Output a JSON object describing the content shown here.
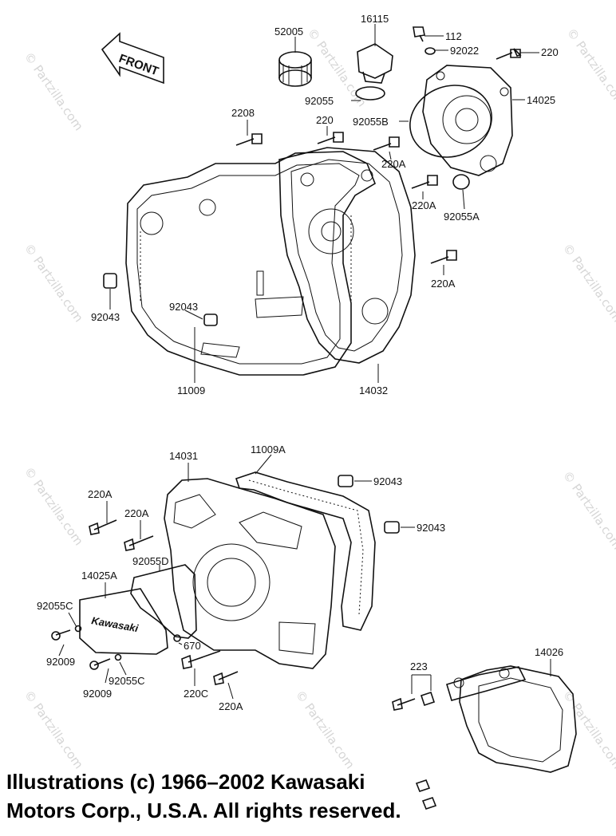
{
  "diagram": {
    "front_label": "FRONT",
    "watermark": "© Partzilla.com",
    "parts_upper": [
      {
        "id": "52005",
        "label": "52005"
      },
      {
        "id": "16115",
        "label": "16115"
      },
      {
        "id": "112",
        "label": "112"
      },
      {
        "id": "92022",
        "label": "92022"
      },
      {
        "id": "220-top",
        "label": "220"
      },
      {
        "id": "14025",
        "label": "14025"
      },
      {
        "id": "92055",
        "label": "92055"
      },
      {
        "id": "2208",
        "label": "2208"
      },
      {
        "id": "220-mid",
        "label": "220"
      },
      {
        "id": "92055b",
        "label": "92055B"
      },
      {
        "id": "220a-1",
        "label": "220A"
      },
      {
        "id": "220a-2",
        "label": "220A"
      },
      {
        "id": "92055a",
        "label": "92055A"
      },
      {
        "id": "220a-3",
        "label": "220A"
      },
      {
        "id": "92043-1",
        "label": "92043"
      },
      {
        "id": "92043-2",
        "label": "92043"
      },
      {
        "id": "11009",
        "label": "11009"
      },
      {
        "id": "14032",
        "label": "14032"
      }
    ],
    "parts_lower": [
      {
        "id": "14031",
        "label": "14031"
      },
      {
        "id": "11009a",
        "label": "11009A"
      },
      {
        "id": "92043-3",
        "label": "92043"
      },
      {
        "id": "92043-4",
        "label": "92043"
      },
      {
        "id": "220a-4",
        "label": "220A"
      },
      {
        "id": "220a-5",
        "label": "220A"
      },
      {
        "id": "92055d",
        "label": "92055D"
      },
      {
        "id": "14025a",
        "label": "14025A"
      },
      {
        "id": "92055c-1",
        "label": "92055C"
      },
      {
        "id": "670",
        "label": "670"
      },
      {
        "id": "92009-1",
        "label": "92009"
      },
      {
        "id": "92055c-2",
        "label": "92055C"
      },
      {
        "id": "92009-2",
        "label": "92009"
      },
      {
        "id": "220c",
        "label": "220C"
      },
      {
        "id": "220a-6",
        "label": "220A"
      },
      {
        "id": "223",
        "label": "223"
      },
      {
        "id": "14026",
        "label": "14026"
      }
    ],
    "emblem_text": "Kawasaki"
  },
  "copyright": {
    "line1": "Illustrations (c) 1966–2002 Kawasaki",
    "line2": "Motors Corp., U.S.A.  All rights reserved."
  }
}
